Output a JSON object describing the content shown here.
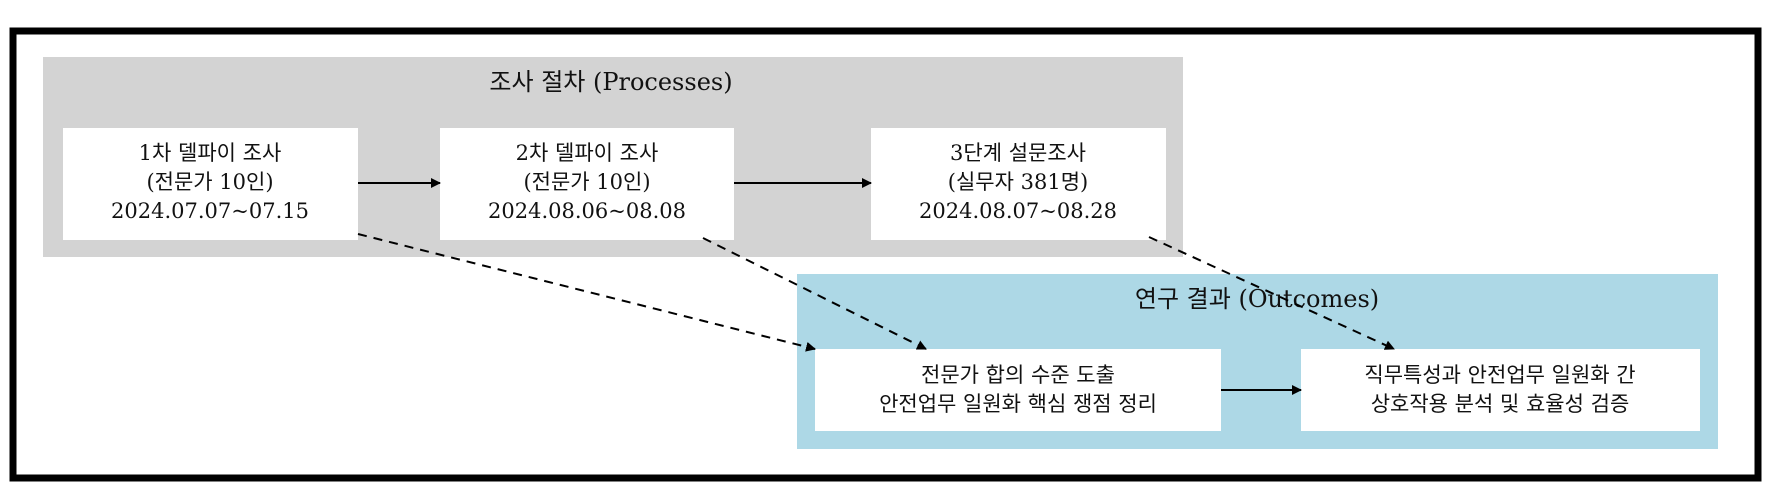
{
  "clusters": {
    "processes": {
      "title": "조사 절차 (Processes)",
      "color": "#d3d3d3"
    },
    "outcomes": {
      "title": "연구 결과 (Outcomes)",
      "color": "#add8e6"
    }
  },
  "nodes": {
    "n1": {
      "lines": [
        "1차 델파이 조사",
        "(전문가 10인)",
        "2024.07.07~07.15"
      ]
    },
    "n2": {
      "lines": [
        "2차 델파이 조사",
        "(전문가 10인)",
        "2024.08.06~08.08"
      ]
    },
    "n3": {
      "lines": [
        "3단계 설문조사",
        "(실무자 381명)",
        "2024.08.07~08.28"
      ]
    },
    "n4": {
      "lines": [
        "전문가 합의 수준 도출",
        "안전업무 일원화 핵심 쟁점 정리"
      ]
    },
    "n5": {
      "lines": [
        "직무특성과 안전업무 일원화 간",
        "상호작용 분석 및 효율성 검증"
      ]
    }
  }
}
